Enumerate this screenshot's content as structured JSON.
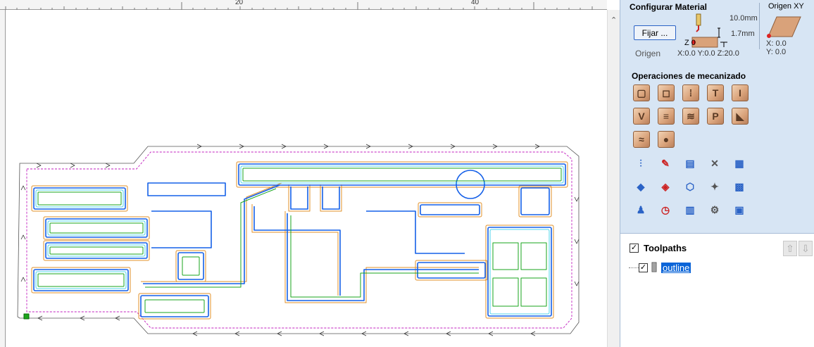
{
  "ruler": {
    "ticks": [
      "20",
      "40"
    ]
  },
  "material": {
    "title": "Configurar Material",
    "set_button": "Fijar ...",
    "origin_label": "Origen",
    "thickness": "10.0mm",
    "offset": "1.7mm",
    "z_label": "Z 0",
    "home": "X:0.0 Y:0.0 Z:20.0"
  },
  "xy_origin": {
    "title": "Origen XY",
    "x": "X: 0.0",
    "y": "Y: 0.0"
  },
  "operations": {
    "title": "Operaciones de mecanizado",
    "rows": [
      [
        "profile-icon",
        "pocket-icon",
        "drill-icon",
        "text-engrave-icon",
        "inlay-icon"
      ],
      [
        "vcarve-icon",
        "fluting-icon",
        "texture-icon",
        "prism-icon",
        "moulding-icon"
      ],
      [
        "surface-icon",
        "sphere-icon"
      ],
      [
        "tool-database-icon",
        "edit-toolpath-icon",
        "gcode-icon",
        "delete-toolpath-icon",
        "calculator-icon"
      ],
      [
        "recalculate-icon",
        "recalc-all-icon",
        "merge-icon",
        "template-icon",
        "nest-icon"
      ],
      [
        "preview-icon",
        "time-estimate-icon",
        "tiling-icon",
        "setup-sheet-icon",
        "save-toolpath-icon"
      ]
    ]
  },
  "toolpaths": {
    "title": "Toolpaths",
    "items": [
      {
        "name": "outline",
        "checked": true
      }
    ]
  },
  "colors": {
    "panel": "#d7e5f4",
    "blue_trace": "#1560e8",
    "green_trace": "#19a51e",
    "orange_trace": "#e0902a",
    "cyan_trace": "#1cc8e6",
    "boundary": "#c21fbf"
  }
}
